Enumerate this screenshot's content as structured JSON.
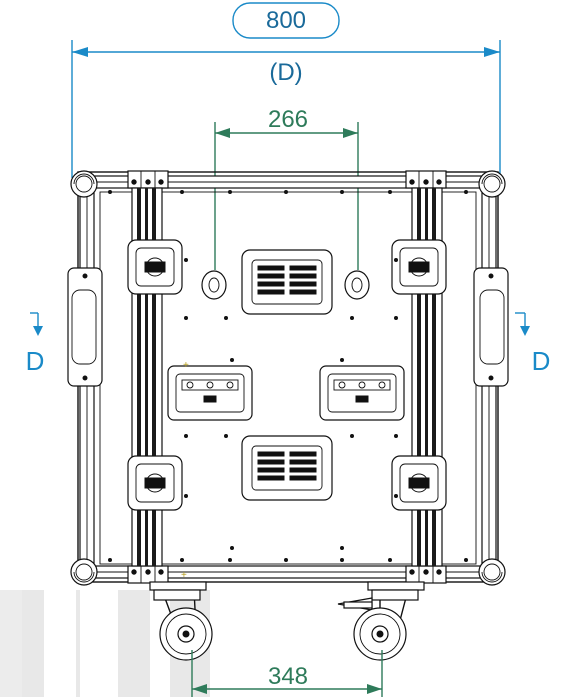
{
  "dimensions": {
    "overall_width": "800",
    "section_label": "(D)",
    "handle_spacing": "266",
    "caster_spacing": "348"
  },
  "section_marks": {
    "left": "D",
    "right": "D"
  },
  "colors": {
    "dimension_blue": "#1a8ac8",
    "dimension_green": "#2e7b5a",
    "outline": "#111111",
    "watermark": "#e6e6e6"
  }
}
